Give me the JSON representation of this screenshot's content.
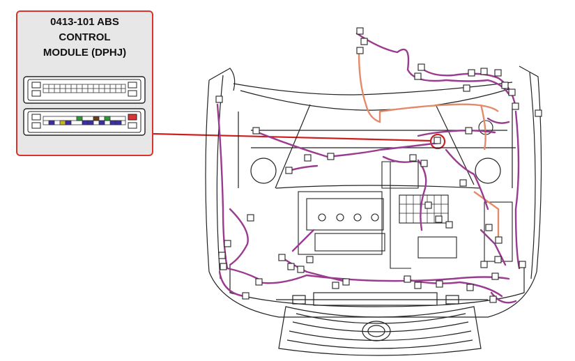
{
  "callout": {
    "title_line1": "0413-101 ABS",
    "title_line2": "CONTROL",
    "title_line3": "MODULE (DPHJ)"
  },
  "colors": {
    "callout_border": "#d8332c",
    "callout_fill": "#e7e7e7",
    "leader_line": "#cc1f1f",
    "harness_main": "#9a3b8f",
    "harness_secondary": "#e48a6a",
    "body_outline": "#222222"
  },
  "icons": {
    "connector_upper": "connector-upper-icon",
    "connector_lower": "connector-lower-icon",
    "highlight_marker": "highlight-circle-icon"
  }
}
